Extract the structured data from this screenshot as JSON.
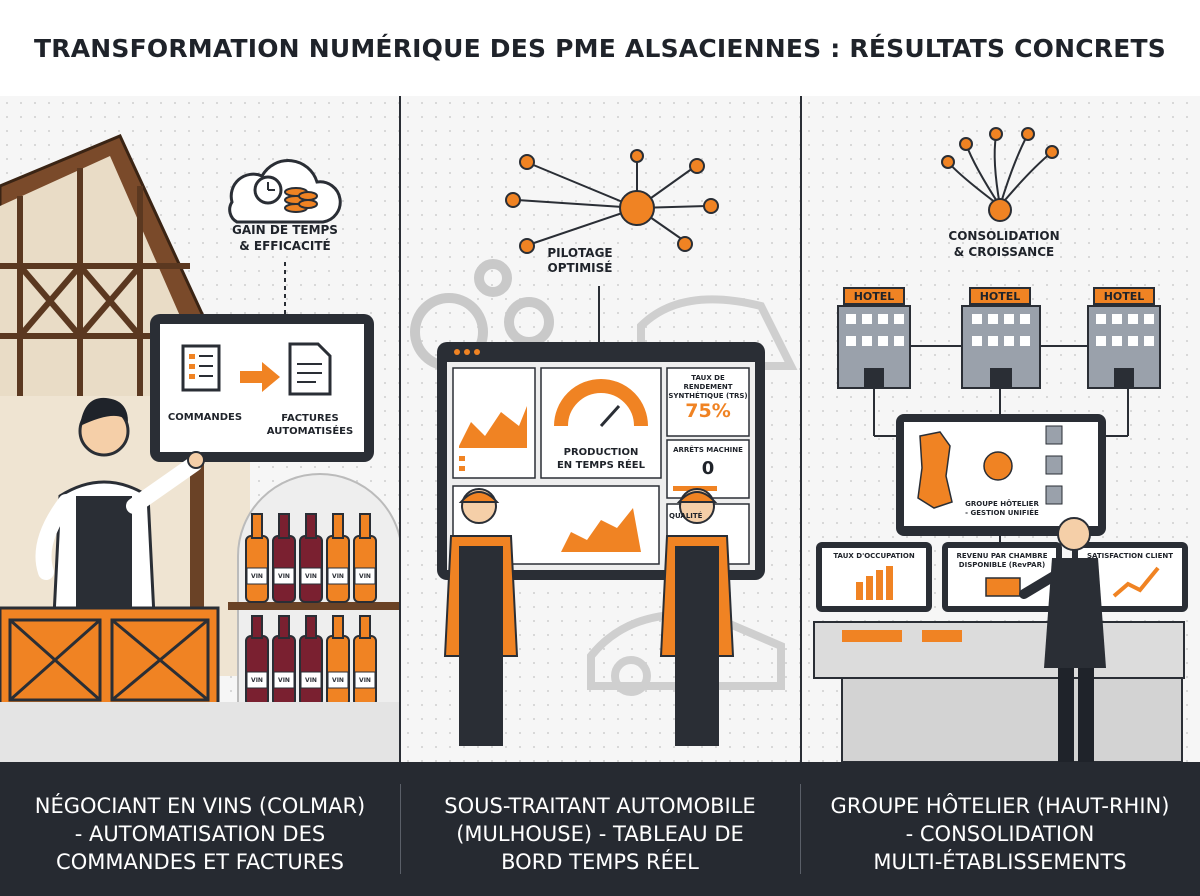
{
  "title": "TRANSFORMATION NUMÉRIQUE DES PME ALSACIENNES : RÉSULTATS CONCRETS",
  "panel1": {
    "benefit": [
      "GAIN DE TEMPS",
      "& EFFICACITÉ"
    ],
    "from_label": "COMMANDES",
    "to_label": [
      "FACTURES",
      "AUTOMATISÉES"
    ],
    "bottle_label": "VIN",
    "caption": [
      "NÉGOCIANT EN VINS (COLMAR)",
      "- AUTOMATISATION DES",
      "COMMANDES ET FACTURES"
    ]
  },
  "panel2": {
    "benefit": [
      "PILOTAGE",
      "OPTIMISÉ"
    ],
    "kpi_trs_label": [
      "TAUX DE RENDEMENT",
      "SYNTHÉTIQUE (TRS)"
    ],
    "kpi_trs_value": "75%",
    "gauge_label": [
      "PRODUCTION",
      "EN TEMPS RÉEL"
    ],
    "kpi_stops_label": "ARRÊTS MACHINE",
    "kpi_stops_value": "0",
    "kpi_quality_label": "QUALITÉ",
    "caption": [
      "SOUS-TRAITANT AUTOMOBILE",
      "(MULHOUSE) - TABLEAU DE",
      "BORD TEMPS RÉEL"
    ]
  },
  "panel3": {
    "benefit": [
      "CONSOLIDATION",
      "& CROISSANCE"
    ],
    "hotel_sign": "HOTEL",
    "group_label": [
      "GROUPE HÔTELIER",
      "- GESTION UNIFIÉE"
    ],
    "kpi1": "TAUX D'OCCUPATION",
    "kpi2": [
      "REVENU PAR CHAMBRE",
      "DISPONIBLE (RevPAR)"
    ],
    "kpi3": "SATISFACTION CLIENT",
    "caption": [
      "GROUPE HÔTELIER (HAUT-RHIN)",
      "- CONSOLIDATION",
      "MULTI-ÉTABLISSEMENTS"
    ]
  },
  "colors": {
    "accent": "#f08323",
    "dark": "#262a31",
    "panel_bg": "#f6f6f6"
  }
}
